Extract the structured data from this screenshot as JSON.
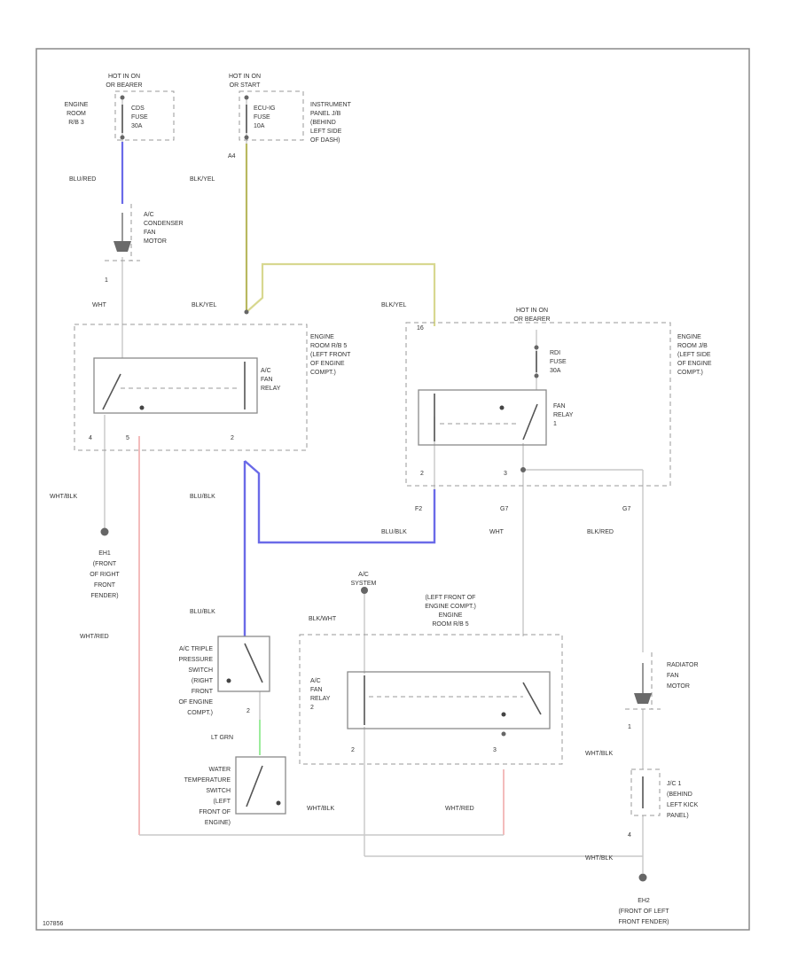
{
  "colors": {
    "wire_default": "#c8c8c8",
    "wire_blue": "#6a6ae8",
    "wire_yellow": "#d8d890",
    "wire_olive": "#b8b860",
    "wire_red": "#f2b4b4",
    "wire_green": "#9cec9c"
  },
  "labels": {
    "fuse1_hot": [
      "HOT IN ON",
      "OR BEARER"
    ],
    "fuse1_loc": [
      "ENGINE",
      "ROOM",
      "R/B 3"
    ],
    "fuse1_name": [
      "CDS",
      "FUSE",
      "30A"
    ],
    "fuse2_hot": [
      "HOT IN ON",
      "OR START"
    ],
    "fuse2_name": [
      "ECU-IG",
      "FUSE",
      "10A"
    ],
    "fuse2_loc": [
      "INSTRUMENT",
      "PANEL J/B",
      "(BEHIND",
      "LEFT SIDE",
      "OF DASH)"
    ],
    "pin_a4": "A4",
    "wire_blu_red": "BLU/RED",
    "wire_blk_yel_1": "BLK/YEL",
    "cond_motor": [
      "A/C",
      "CONDENSER",
      "FAN",
      "MOTOR"
    ],
    "pin_1_cond": "1",
    "wire_wht": "WHT",
    "wire_blk_yel_2": "BLK/YEL",
    "wire_blk_yel_3": "BLK/YEL",
    "pin_16": "16",
    "relay_ac_fan": [
      "A/C",
      "FAN",
      "RELAY"
    ],
    "relay_ac_loc": [
      "ENGINE",
      "ROOM R/B 5",
      "(LEFT FRONT",
      "OF ENGINE",
      "COMPT.)"
    ],
    "pin_4_ac": "4",
    "pin_5_ac": "5",
    "pin_2_ac": "2",
    "fuse3_hot": [
      "HOT IN ON",
      "OR BEARER"
    ],
    "fuse3_name": [
      "RDI",
      "FUSE",
      "30A"
    ],
    "relay_fan_1": [
      "FAN",
      "RELAY",
      "1"
    ],
    "relay_fan1_loc": [
      "ENGINE",
      "ROOM J/B",
      "(LEFT SIDE",
      "OF ENGINE",
      "COMPT.)"
    ],
    "pin_2_f1a": "2",
    "pin_3_f1": "3",
    "pin_f2": "F2",
    "pin_g7_a": "G7",
    "pin_g7_b": "G7",
    "wire_wht_blk_1": "WHT/BLK",
    "wire_blu_blk_1": "BLU/BLK",
    "wire_blu_blk_2": "BLU/BLK",
    "wire_wht_2": "WHT",
    "wire_blk_red": "BLK/RED",
    "ground_eh1": [
      "EH1",
      "(FRONT",
      "OF RIGHT",
      "FRONT",
      "FENDER)"
    ],
    "wire_wht_red_1": "WHT/RED",
    "wire_blu_blk_3": "BLU/BLK",
    "ac_system": [
      "A/C",
      "SYSTEM"
    ],
    "relay_ac2_loc": [
      "(LEFT FRONT OF",
      "ENGINE COMPT.)",
      "ENGINE",
      "ROOM R/B 5"
    ],
    "wire_blk_wht": "BLK/WHT",
    "triple_switch": [
      "A/C TRIPLE",
      "PRESSURE",
      "SWITCH",
      "(RIGHT",
      "FRONT",
      "OF ENGINE",
      "COMPT.)"
    ],
    "pin_2_triple": "2",
    "wire_lt_grn": "LT GRN",
    "water_switch": [
      "WATER",
      "TEMPERATURE",
      "SWITCH",
      "(LEFT",
      "FRONT OF",
      "ENGINE)"
    ],
    "relay_ac2": [
      "A/C",
      "FAN",
      "RELAY",
      "2"
    ],
    "pin_2_ac2": "2",
    "pin_3_ac2": "3",
    "wire_wht_blk_2": "WHT/BLK",
    "wire_wht_red_2": "WHT/RED",
    "radiator_motor": [
      "RADIATOR",
      "FAN",
      "MOTOR"
    ],
    "pin_1_rad": "1",
    "wire_wht_blk_3": "WHT/BLK",
    "jc1": [
      "J/C 1",
      "(BEHIND",
      "LEFT KICK",
      "PANEL)"
    ],
    "pin_4_jc": "4",
    "wire_wht_blk_4": "WHT/BLK",
    "ground_eh2": [
      "EH2",
      "(FRONT OF LEFT",
      "FRONT FENDER)"
    ],
    "figure_id": "107856"
  }
}
